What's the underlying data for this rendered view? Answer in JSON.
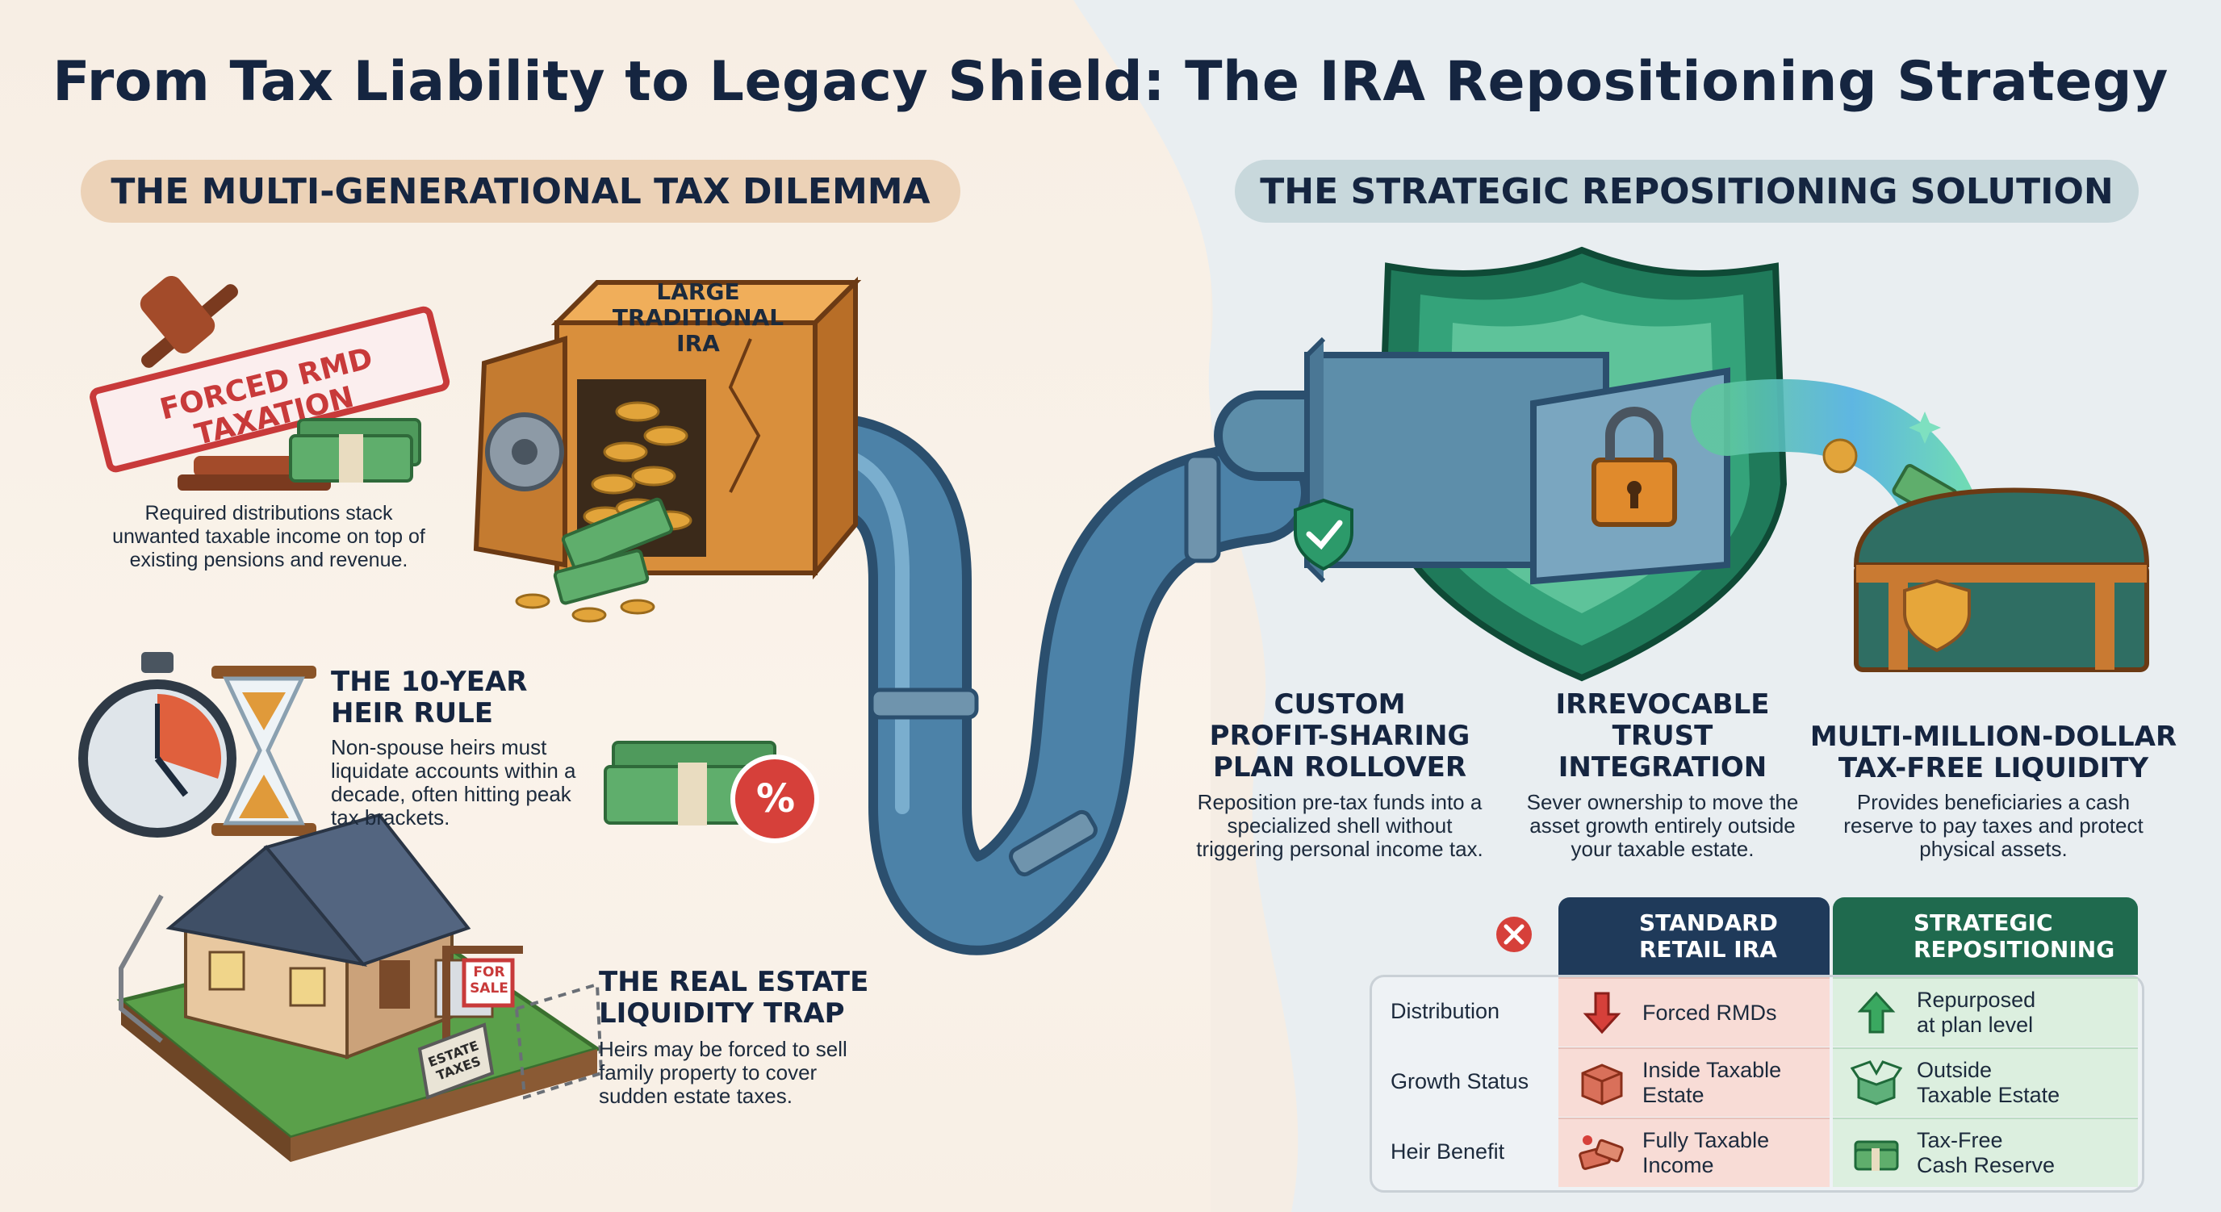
{
  "title": "From Tax Liability to Legacy Shield: The IRA Repositioning Strategy",
  "left_section": {
    "heading": "THE MULTI-GENERATIONAL TAX DILEMMA",
    "stamp_text": "FORCED RMD TAXATION",
    "safe_label": "LARGE\nTRADITIONAL\nIRA",
    "rmd_body": "Required distributions stack unwanted taxable income on top of existing pensions and revenue.",
    "heir_rule": {
      "title": "THE 10-YEAR\nHEIR RULE",
      "body": "Non-spouse heirs must liquidate accounts within a decade, often hitting peak tax brackets."
    },
    "real_estate": {
      "title": "THE REAL ESTATE\nLIQUIDITY TRAP",
      "body": "Heirs may be forced to sell family property to cover sudden estate taxes."
    },
    "for_sale": "FOR\nSALE",
    "estate_taxes": "ESTATE\nTAXES",
    "percent_symbol": "%"
  },
  "right_section": {
    "heading": "THE STRATEGIC REPOSITIONING SOLUTION",
    "steps": [
      {
        "title": "CUSTOM\nPROFIT-SHARING\nPLAN ROLLOVER",
        "body": "Reposition pre-tax funds into a specialized shell without triggering personal income tax."
      },
      {
        "title": "IRREVOCABLE\nTRUST\nINTEGRATION",
        "body": "Sever ownership to move the asset growth entirely outside your taxable estate."
      },
      {
        "title": "MULTI-MILLION-DOLLAR\nTAX-FREE LIQUIDITY",
        "body": "Provides beneficiaries a cash reserve to pay taxes and protect physical assets."
      }
    ]
  },
  "comparison": {
    "standard_header": "STANDARD\nRETAIL IRA",
    "strategic_header": "STRATEGIC\nREPOSITIONING",
    "rows": [
      {
        "label": "Distribution",
        "standard": "Forced RMDs",
        "strategic": "Repurposed\nat plan level",
        "std_icon": "red-down-arrow-icon",
        "str_icon": "green-up-arrow-icon"
      },
      {
        "label": "Growth Status",
        "standard": "Inside Taxable\nEstate",
        "strategic": "Outside\nTaxable Estate",
        "std_icon": "red-box-icon",
        "str_icon": "green-open-box-icon"
      },
      {
        "label": "Heir Benefit",
        "standard": "Fully Taxable\nIncome",
        "strategic": "Tax-Free\nCash Reserve",
        "std_icon": "red-cash-icon",
        "str_icon": "green-cash-icon"
      }
    ]
  },
  "colors": {
    "navy": "#152540",
    "pipe": "#3f6f93",
    "shield": "#2f8a6c",
    "safe": "#d98f3c",
    "red": "#c83a3a",
    "green": "#2c8a52"
  }
}
